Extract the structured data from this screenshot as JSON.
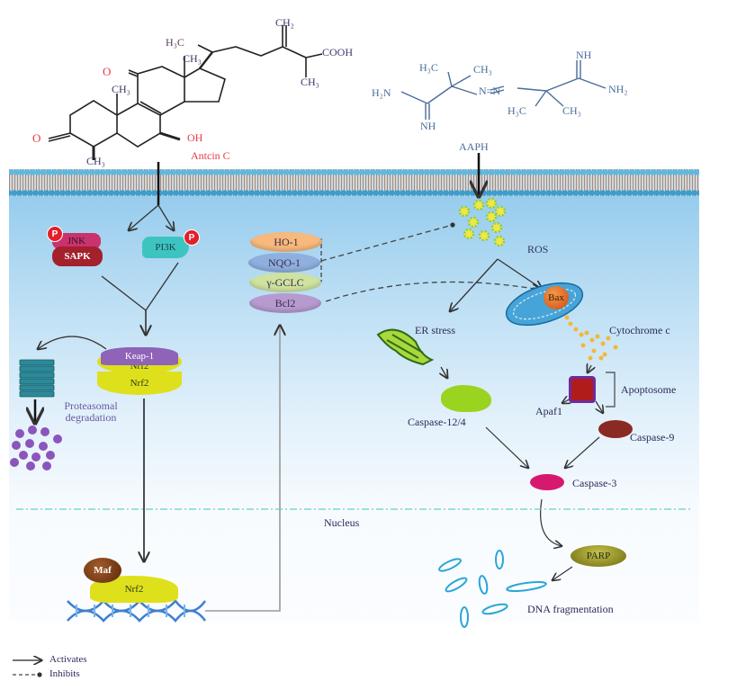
{
  "molecules": {
    "antcin_c": {
      "name": "Antcin C",
      "groups": {
        "h3c_top": "H₃C",
        "ch2_top": "CH₂",
        "cooh": "COOH",
        "ch3_side": "CH₃",
        "ch3_d": "CH₃",
        "ch3_b": "CH₃",
        "ch3_bottom": "CH₃",
        "oxo_top": "O",
        "oxo_left": "O",
        "oh": "OH"
      }
    },
    "aaph": {
      "name": "AAPH",
      "groups": {
        "h3c_1": "H₃C",
        "ch3_1": "CH₃",
        "h2n": "H₂N",
        "nh_1": "NH",
        "azo": "N=N",
        "nh_2": "NH",
        "nh2": "NH₂",
        "h3c_2": "H₃C",
        "ch3_2": "CH₃"
      }
    }
  },
  "nodes": {
    "jnk": "JNK",
    "sapk": "SAPK",
    "pi3k": "PI3K",
    "phospho": "P",
    "ho1": "HO-1",
    "nqo1": "NQO-1",
    "gclc": "γ-GCLC",
    "bcl2": "Bcl2",
    "keap1": "Keap-1",
    "nrf2": "Nrf2",
    "proteasomal": "Proteasomal degradation",
    "ros": "ROS",
    "bax": "Bax",
    "er_stress": "ER stress",
    "cytochrome_c": "Cytochrome c",
    "apoptosome": "Apoptosome",
    "apaf1": "Apaf1",
    "caspase_12_4": "Caspase-12/4",
    "caspase_9": "Caspase-9",
    "caspase_3": "Caspase-3",
    "nucleus": "Nucleus",
    "maf": "Maf",
    "nrf2_nuclear": "Nrf2",
    "parp": "PARP",
    "dna_frag": "DNA fragmentation"
  },
  "legend": {
    "activates": "Activates",
    "inhibits": "Inhibits"
  },
  "colors": {
    "jnk": "#c8336e",
    "sapk": "#a3202c",
    "pi3k": "#3ec4c0",
    "ho1": "#f8b97c",
    "nqo1": "#8fb0df",
    "gclc": "#cfe3a0",
    "bcl2": "#b79bd0",
    "keap1": "#8e63b8",
    "nrf2": "#dfe01c",
    "bax": "#e8641c",
    "caspase_12_4": "#9bd321",
    "caspase_9": "#8b2a22",
    "caspase_3": "#d6196e",
    "parp": "#8a8a1a",
    "maf": "#7a3b12",
    "antcin_label": "#e63946"
  }
}
